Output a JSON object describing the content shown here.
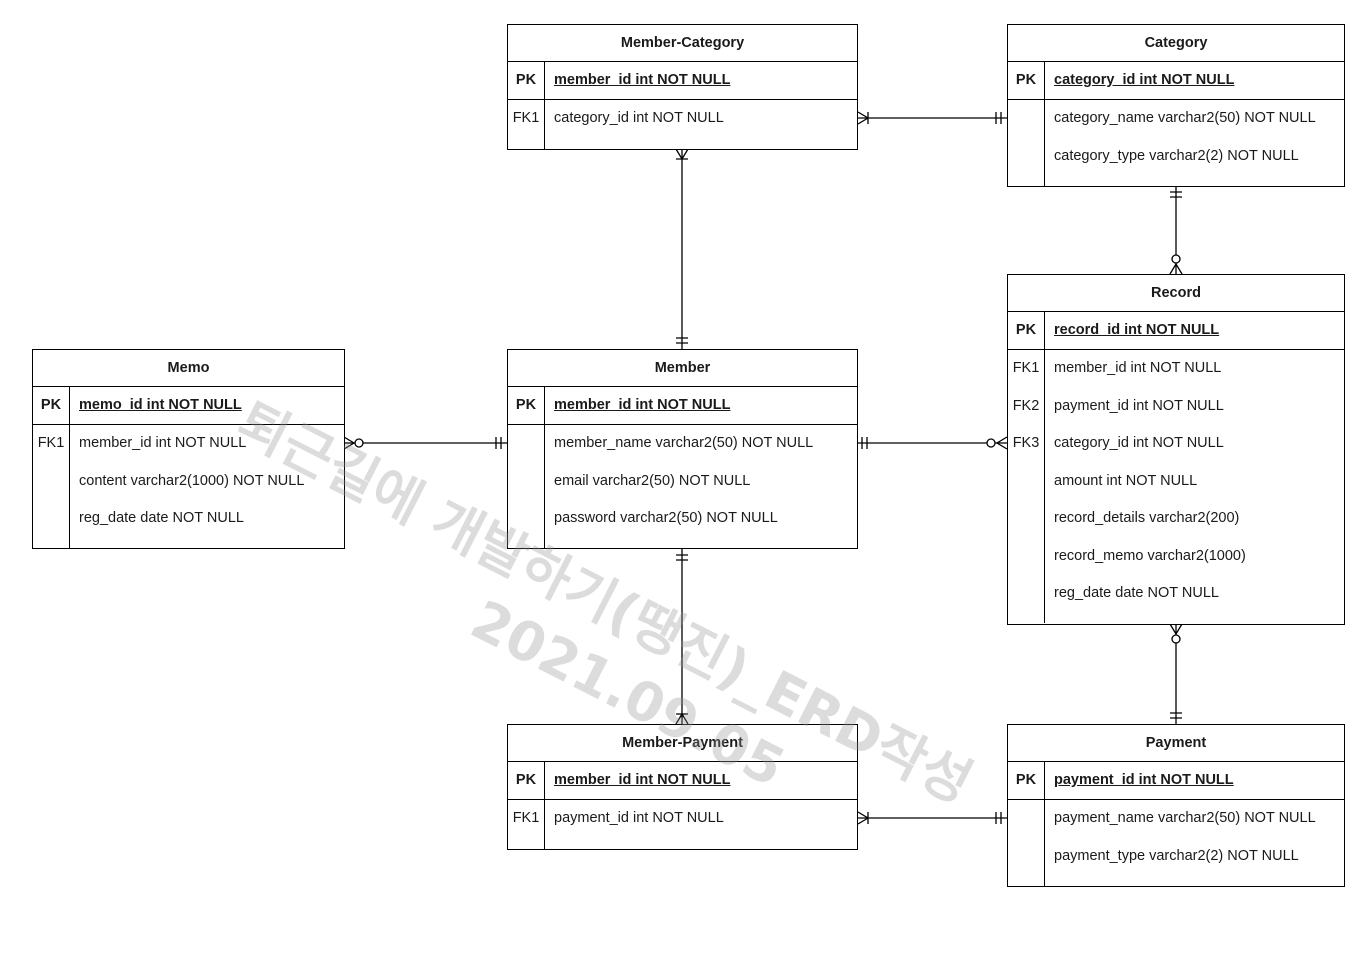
{
  "entities": [
    {
      "id": "member-category",
      "title": "Member-Category",
      "pk": {
        "key": "PK",
        "field": "member_id int NOT NULL"
      },
      "rows": [
        {
          "key": "FK1",
          "field": "category_id int NOT NULL"
        }
      ]
    },
    {
      "id": "category",
      "title": "Category",
      "pk": {
        "key": "PK",
        "field": "category_id int NOT NULL"
      },
      "rows": [
        {
          "key": "",
          "field": "category_name varchar2(50) NOT NULL"
        },
        {
          "key": "",
          "field": "category_type varchar2(2) NOT NULL"
        }
      ]
    },
    {
      "id": "memo",
      "title": "Memo",
      "pk": {
        "key": "PK",
        "field": "memo_id int NOT NULL"
      },
      "rows": [
        {
          "key": "FK1",
          "field": "member_id int NOT NULL"
        },
        {
          "key": "",
          "field": "content varchar2(1000) NOT NULL"
        },
        {
          "key": "",
          "field": "reg_date date NOT NULL"
        }
      ]
    },
    {
      "id": "member",
      "title": "Member",
      "pk": {
        "key": "PK",
        "field": "member_id int NOT NULL"
      },
      "rows": [
        {
          "key": "",
          "field": "member_name varchar2(50) NOT NULL"
        },
        {
          "key": "",
          "field": "email varchar2(50) NOT NULL"
        },
        {
          "key": "",
          "field": "password varchar2(50) NOT NULL"
        }
      ]
    },
    {
      "id": "record",
      "title": "Record",
      "pk": {
        "key": "PK",
        "field": "record_id int NOT NULL"
      },
      "rows": [
        {
          "key": "FK1",
          "field": "member_id int NOT NULL"
        },
        {
          "key": "FK2",
          "field": "payment_id int NOT NULL"
        },
        {
          "key": "FK3",
          "field": "category_id int NOT NULL"
        },
        {
          "key": "",
          "field": "amount int NOT NULL"
        },
        {
          "key": "",
          "field": "record_details varchar2(200)"
        },
        {
          "key": "",
          "field": "record_memo varchar2(1000)"
        },
        {
          "key": "",
          "field": "reg_date date NOT NULL"
        }
      ]
    },
    {
      "id": "member-payment",
      "title": "Member-Payment",
      "pk": {
        "key": "PK",
        "field": "member_id int NOT NULL"
      },
      "rows": [
        {
          "key": "FK1",
          "field": "payment_id int NOT NULL"
        }
      ]
    },
    {
      "id": "payment",
      "title": "Payment",
      "pk": {
        "key": "PK",
        "field": "payment_id int NOT NULL"
      },
      "rows": [
        {
          "key": "",
          "field": "payment_name varchar2(50) NOT NULL"
        },
        {
          "key": "",
          "field": "payment_type varchar2(2) NOT NULL"
        }
      ]
    }
  ],
  "relationships": [
    {
      "from": "member-category",
      "to": "category",
      "from_end": "many",
      "to_end": "one-mandatory"
    },
    {
      "from": "member-category",
      "to": "member",
      "from_end": "many",
      "to_end": "one-mandatory"
    },
    {
      "from": "category",
      "to": "record",
      "from_end": "one-mandatory",
      "to_end": "zero-or-many"
    },
    {
      "from": "memo",
      "to": "member",
      "from_end": "zero-or-many",
      "to_end": "one-mandatory"
    },
    {
      "from": "member",
      "to": "record",
      "from_end": "one-mandatory",
      "to_end": "zero-or-many"
    },
    {
      "from": "member",
      "to": "member-payment",
      "from_end": "one-mandatory",
      "to_end": "many"
    },
    {
      "from": "record",
      "to": "payment",
      "from_end": "zero-or-many",
      "to_end": "one-mandatory"
    },
    {
      "from": "member-payment",
      "to": "payment",
      "from_end": "many",
      "to_end": "one-mandatory"
    }
  ],
  "watermark": {
    "line1": "퇴근길에 개발하기(땡진)_ERD작성",
    "line2": "2021.09.05"
  },
  "colors": {
    "line": "#000000",
    "watermark": "#969696"
  }
}
